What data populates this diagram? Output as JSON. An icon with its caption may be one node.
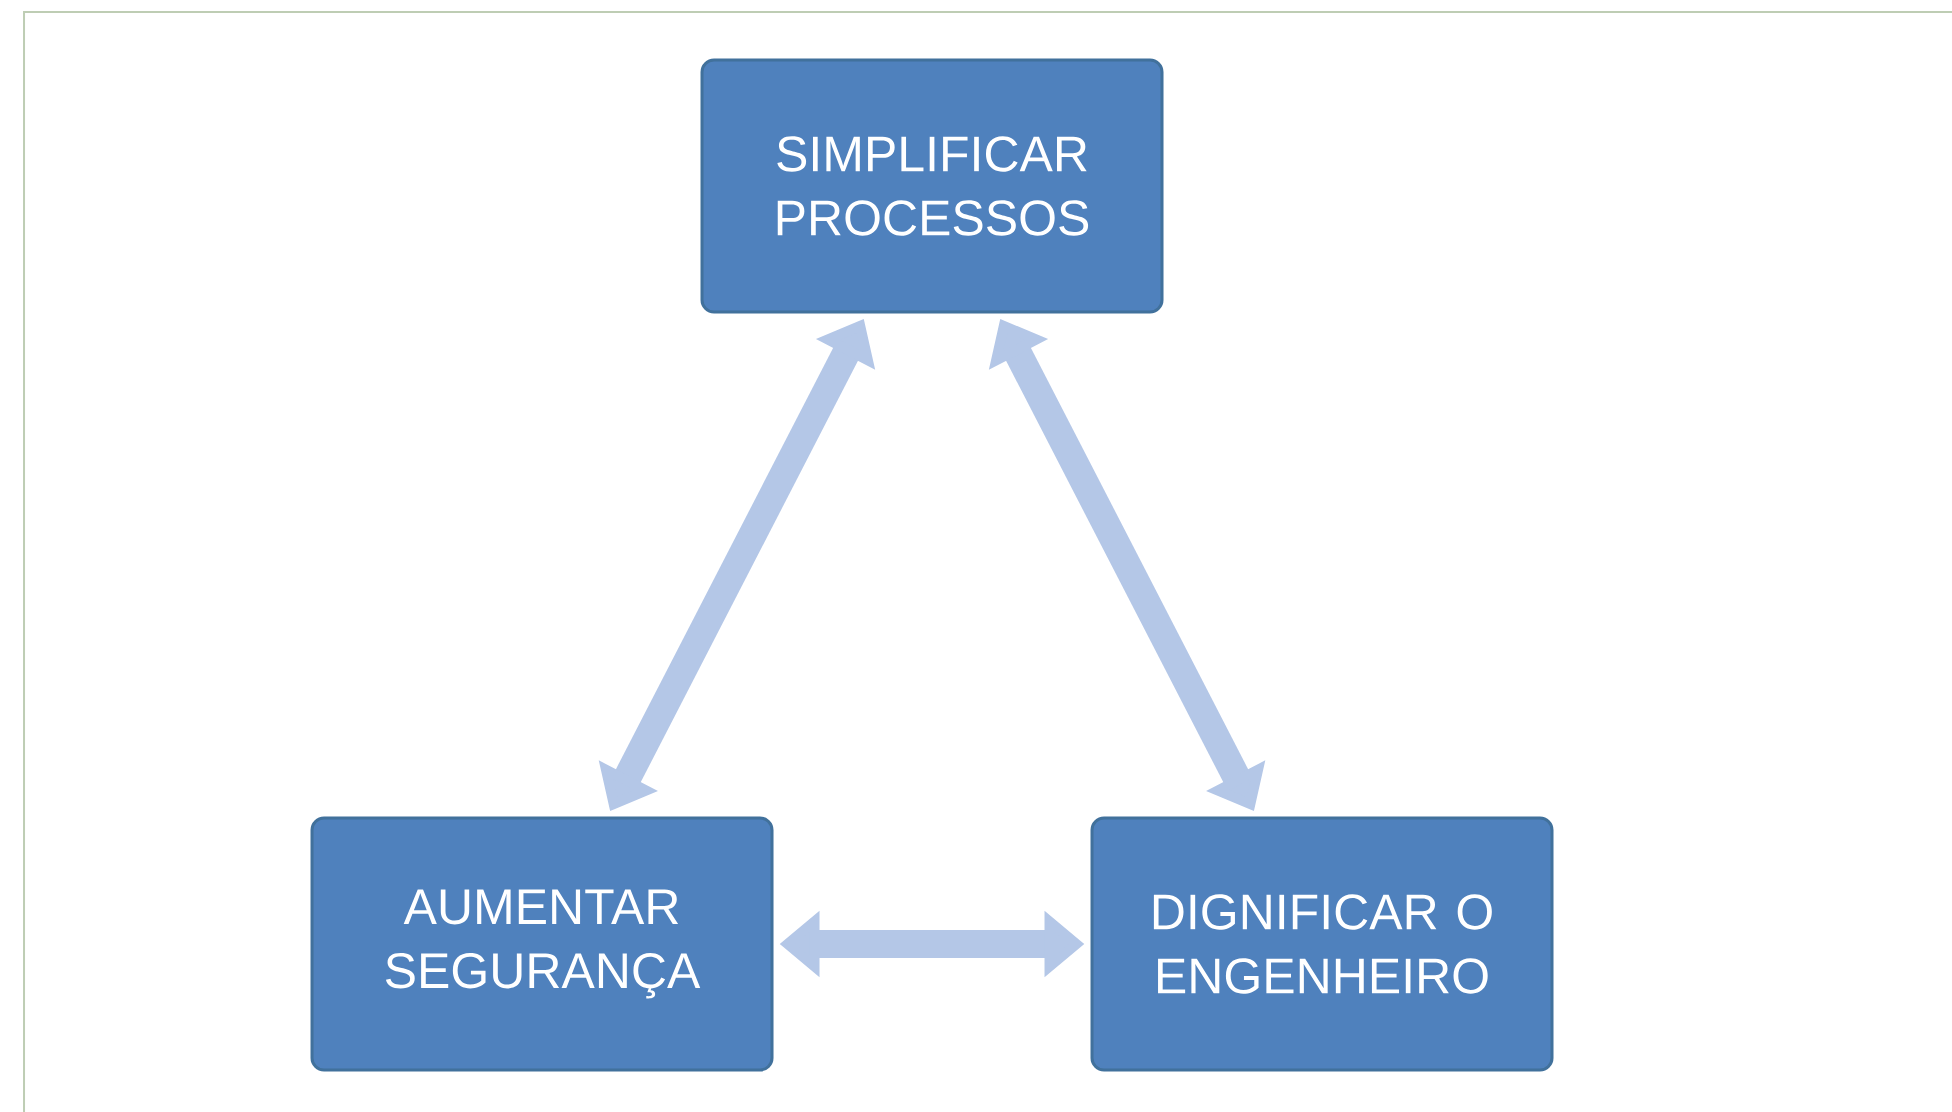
{
  "diagram": {
    "nodes": [
      {
        "text": [
          "SIMPLIFICAR PROCESSOS"
        ]
      },
      {
        "text": [
          "AUMENTAR SEGURANÇA"
        ]
      },
      {
        "text": [
          "DIGNIFICAR O ENGENHEIRO"
        ]
      }
    ],
    "edges": [
      {
        "from": 0,
        "to": 1,
        "arrow": "both"
      },
      {
        "from": 0,
        "to": 2,
        "arrow": "both"
      },
      {
        "from": 1,
        "to": 2,
        "arrow": "both"
      }
    ]
  }
}
